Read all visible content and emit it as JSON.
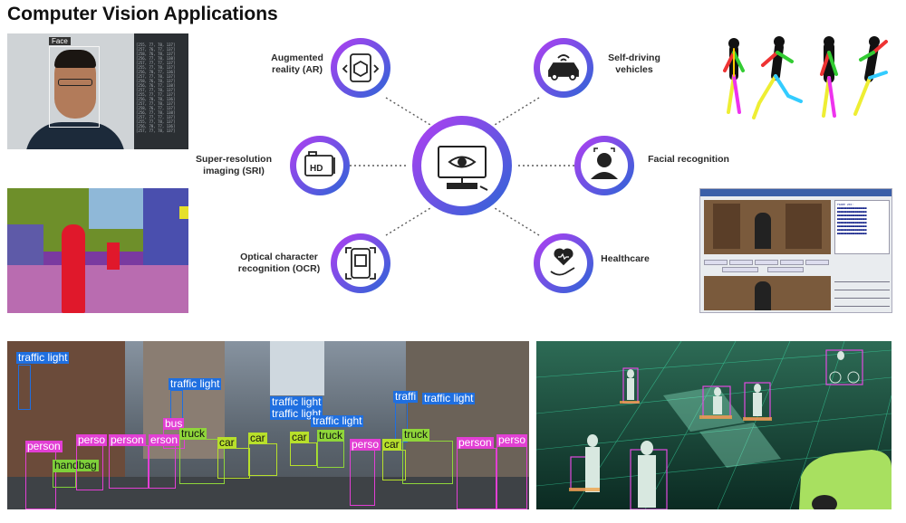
{
  "title": "Computer Vision Applications",
  "face_panel": {
    "box_label": "Face"
  },
  "diagram": {
    "nodes": [
      {
        "id": "ar",
        "label_line1": "Augmented",
        "label_line2": "reality (AR)",
        "icon": "ar-box-icon"
      },
      {
        "id": "sri",
        "label_line1": "Super-resolution",
        "label_line2": "imaging (SRI)",
        "icon": "hd-camera-icon"
      },
      {
        "id": "ocr",
        "label_line1": "Optical character",
        "label_line2": "recognition (OCR)",
        "icon": "phone-scan-icon"
      },
      {
        "id": "sdv",
        "label_line1": "Self-driving",
        "label_line2": "vehicles",
        "icon": "car-icon"
      },
      {
        "id": "face",
        "label_line1": "Facial recognition",
        "label_line2": "",
        "icon": "person-icon"
      },
      {
        "id": "health",
        "label_line1": "Healthcare",
        "label_line2": "",
        "icon": "heart-hand-icon"
      }
    ],
    "center_icon": "eye-monitor-icon",
    "colors": {
      "ring_start": "#a43cf0",
      "ring_end": "#2f6bd8",
      "line": "#666666"
    }
  },
  "street_detections": [
    {
      "label": "traffic light",
      "color": "#1f6fe0"
    },
    {
      "label": "traffic light",
      "color": "#1f6fe0"
    },
    {
      "label": "traffic light",
      "color": "#1f6fe0"
    },
    {
      "label": "traffic light",
      "color": "#1f6fe0"
    },
    {
      "label": "traffic light",
      "color": "#1f6fe0"
    },
    {
      "label": "traffi",
      "color": "#1f6fe0"
    },
    {
      "label": "traffic light",
      "color": "#1f6fe0"
    },
    {
      "label": "bus",
      "color": "#e23fd4"
    },
    {
      "label": "truck",
      "color": "#8fd63a"
    },
    {
      "label": "car",
      "color": "#b8e02b"
    },
    {
      "label": "car",
      "color": "#b8e02b"
    },
    {
      "label": "car",
      "color": "#b8e02b"
    },
    {
      "label": "truck",
      "color": "#8fd63a"
    },
    {
      "label": "car",
      "color": "#b8e02b"
    },
    {
      "label": "truck",
      "color": "#8fd63a"
    },
    {
      "label": "person",
      "color": "#e23fd4"
    },
    {
      "label": "handbag",
      "color": "#7ed03a"
    },
    {
      "label": "perso",
      "color": "#e23fd4"
    },
    {
      "label": "person",
      "color": "#e23fd4"
    },
    {
      "label": "erson",
      "color": "#e23fd4"
    },
    {
      "label": "perso",
      "color": "#e23fd4"
    },
    {
      "label": "person",
      "color": "#e23fd4"
    },
    {
      "label": "perso",
      "color": "#e23fd4"
    }
  ]
}
